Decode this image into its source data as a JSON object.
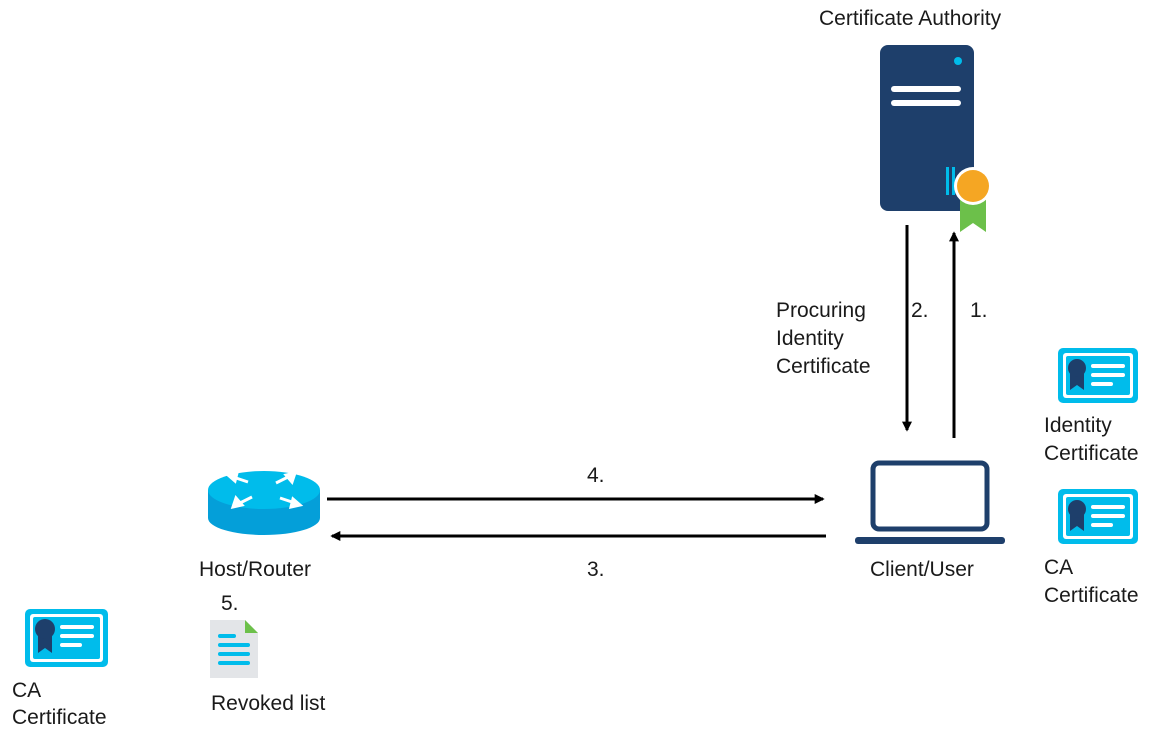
{
  "nodes": {
    "ca_server": {
      "label": "Certificate Authority"
    },
    "client": {
      "label": "Client/User"
    },
    "router": {
      "label": "Host/Router"
    }
  },
  "steps": {
    "step1": {
      "label": "1."
    },
    "step2": {
      "label": "2.",
      "description": [
        "Procuring",
        "Identity",
        "Certificate"
      ]
    },
    "step3": {
      "label": "3."
    },
    "step4": {
      "label": "4."
    },
    "step5": {
      "label": "5."
    }
  },
  "artifacts": {
    "client_identity_cert": {
      "label": [
        "Identity",
        "Certificate"
      ]
    },
    "client_ca_cert": {
      "label": [
        "CA",
        "Certificate"
      ]
    },
    "router_ca_cert": {
      "label": [
        "CA",
        "Certificate"
      ]
    },
    "revoked_list": {
      "label": "Revoked list"
    }
  },
  "colors": {
    "server_body": "#1e3f6b",
    "accent_blue": "#00bceb",
    "badge_orange": "#f5a623",
    "ribbon_green": "#6cc04a",
    "doc_gray": "#e3e5e8",
    "arrow": "#000000",
    "laptop_outline": "#1e3f6b"
  },
  "icons": {
    "server": "server-icon",
    "badge": "certificate-badge-icon",
    "laptop": "laptop-icon",
    "router": "router-icon",
    "certificate": "certificate-card-icon",
    "document": "document-icon"
  }
}
